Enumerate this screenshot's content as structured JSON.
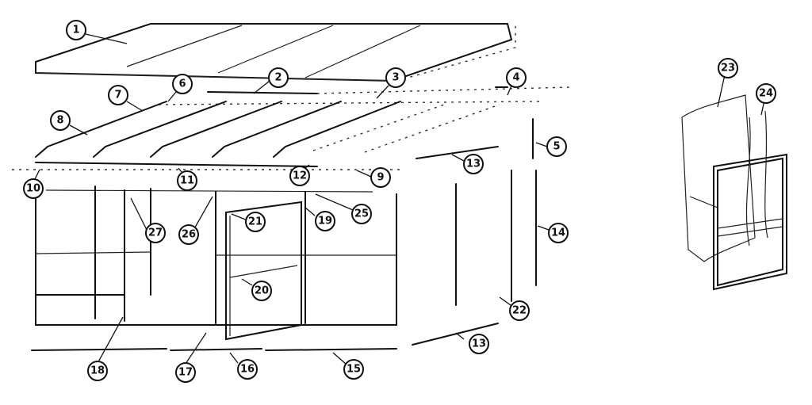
{
  "callouts": [
    {
      "id": "part-1",
      "label": "1"
    },
    {
      "id": "part-2",
      "label": "2"
    },
    {
      "id": "part-3",
      "label": "3"
    },
    {
      "id": "part-4",
      "label": "4"
    },
    {
      "id": "part-5",
      "label": "5"
    },
    {
      "id": "part-6",
      "label": "6"
    },
    {
      "id": "part-7",
      "label": "7"
    },
    {
      "id": "part-8",
      "label": "8"
    },
    {
      "id": "part-9",
      "label": "9"
    },
    {
      "id": "part-10",
      "label": "10"
    },
    {
      "id": "part-11",
      "label": "11"
    },
    {
      "id": "part-12",
      "label": "12"
    },
    {
      "id": "part-13a",
      "label": "13"
    },
    {
      "id": "part-13b",
      "label": "13"
    },
    {
      "id": "part-14",
      "label": "14"
    },
    {
      "id": "part-15",
      "label": "15"
    },
    {
      "id": "part-16",
      "label": "16"
    },
    {
      "id": "part-17",
      "label": "17"
    },
    {
      "id": "part-18",
      "label": "18"
    },
    {
      "id": "part-19",
      "label": "19"
    },
    {
      "id": "part-20",
      "label": "20"
    },
    {
      "id": "part-21",
      "label": "21"
    },
    {
      "id": "part-22",
      "label": "22"
    },
    {
      "id": "part-23",
      "label": "23"
    },
    {
      "id": "part-24",
      "label": "24"
    },
    {
      "id": "part-25",
      "label": "25"
    },
    {
      "id": "part-26",
      "label": "26"
    },
    {
      "id": "part-27",
      "label": "27"
    }
  ]
}
